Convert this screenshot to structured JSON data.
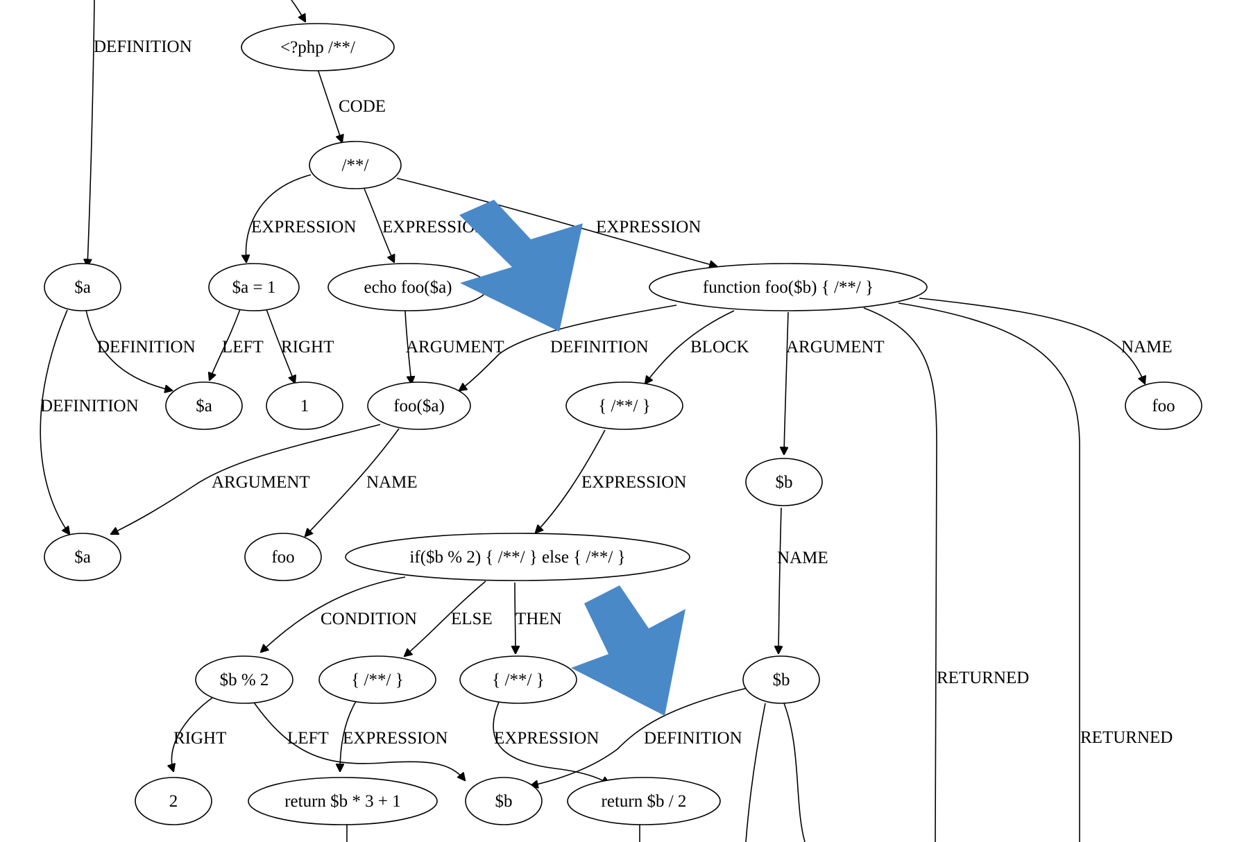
{
  "colors": {
    "node_stroke": "#000000",
    "edge": "#000000",
    "highlight_arrow": "#4a89c8",
    "background": "#ffffff"
  },
  "nodes": {
    "php": "<?php  /**/",
    "block_top": "/**/",
    "a_var_left": "$a",
    "assign": "$a = 1",
    "echo": "echo foo($a)",
    "func": "function foo($b) { /**/ }",
    "a_var_mid": "$a",
    "one": "1",
    "call": "foo($a)",
    "func_block": "{ /**/ }",
    "foo_name_right": "foo",
    "b_arg": "$b",
    "a_var_bottom": "$a",
    "foo_name_mid": "foo",
    "if_stmt": "if($b % 2) { /**/ } else { /**/ }",
    "cond": "$b % 2",
    "else_block": "{ /**/ }",
    "then_block": "{ /**/ }",
    "b_def": "$b",
    "two": "2",
    "ret1": "return $b * 3 + 1",
    "b_use": "$b",
    "ret2": "return $b / 2"
  },
  "edge_labels": {
    "definition_top": "DEFINITION",
    "code": "CODE",
    "expression_1": "EXPRESSION",
    "expression_2": "EXPRESSION",
    "expression_3": "EXPRESSION",
    "definition_a": "DEFINITION",
    "left": "LEFT",
    "right": "RIGHT",
    "argument_echo": "ARGUMENT",
    "definition_func": "DEFINITION",
    "block": "BLOCK",
    "argument_func": "ARGUMENT",
    "name_func": "NAME",
    "definition_a2": "DEFINITION",
    "argument_call": "ARGUMENT",
    "name_call": "NAME",
    "expression_block": "EXPRESSION",
    "name_b": "NAME",
    "condition": "CONDITION",
    "else": "ELSE",
    "then": "THEN",
    "returned_1": "RETURNED",
    "returned_2": "RETURNED",
    "right_cond": "RIGHT",
    "left_cond": "LEFT",
    "expression_else": "EXPRESSION",
    "expression_then": "EXPRESSION",
    "definition_b": "DEFINITION"
  }
}
